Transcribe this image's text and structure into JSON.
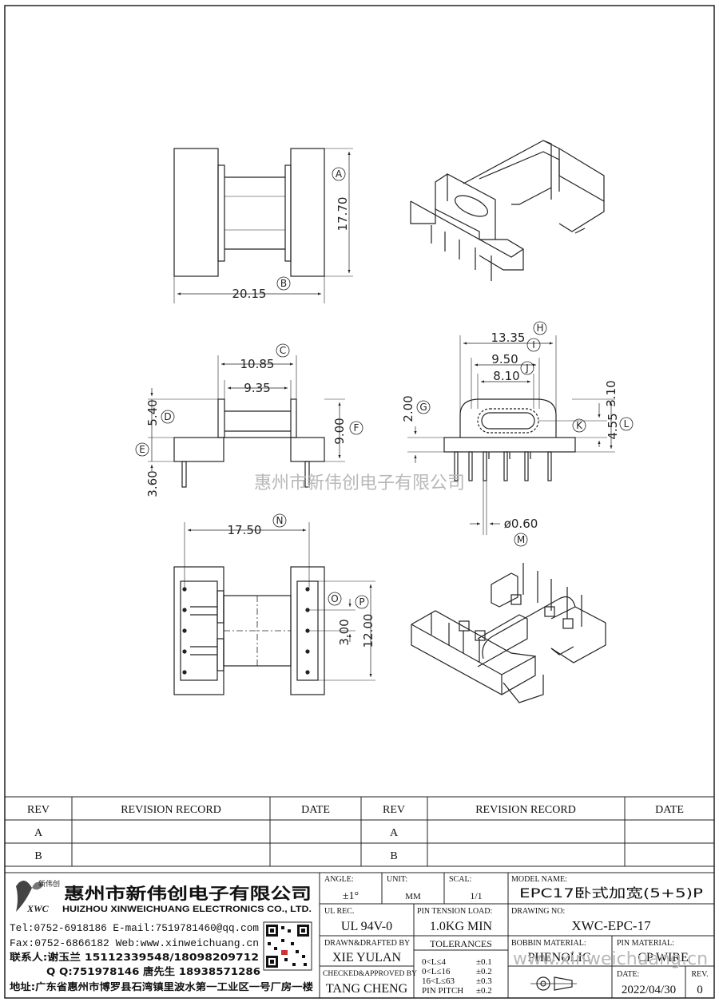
{
  "views": {
    "top": {
      "dim_a": "17.70",
      "dim_b": "20.15",
      "callout_a": "A",
      "callout_b": "B"
    },
    "front": {
      "dim_c": "10.85",
      "dim_9_35": "9.35",
      "dim_d": "5.40",
      "dim_e": "3.60",
      "dim_f": "9.00",
      "callout_c": "C",
      "callout_d": "D",
      "callout_e": "E",
      "callout_f": "F"
    },
    "side": {
      "dim_h": "13.35",
      "dim_i": "9.50",
      "dim_j": "8.10",
      "dim_g": "2.00",
      "dim_k": "3.10",
      "dim_l": "4.55",
      "dim_m": "ø0.60",
      "callout_h": "H",
      "callout_i": "I",
      "callout_j": "J",
      "callout_g": "G",
      "callout_k": "K",
      "callout_l": "L",
      "callout_m": "M"
    },
    "bottom": {
      "dim_n": "17.50",
      "dim_o": "3.00",
      "dim_p": "12.00",
      "callout_n": "N",
      "callout_o": "O",
      "callout_p": "P"
    }
  },
  "watermark_center": "惠州市新伟创电子有限公司",
  "watermark_url": "www.xinweichuang.cn",
  "revision_table": {
    "headers": [
      "REV",
      "REVISION RECORD",
      "DATE",
      "REV",
      "REVISION RECORD",
      "DATE"
    ],
    "rows": [
      [
        "A",
        "",
        "",
        "A",
        "",
        ""
      ],
      [
        "B",
        "",
        "",
        "B",
        "",
        ""
      ]
    ]
  },
  "company": {
    "logo_text": "XWC",
    "logo_sub": "新伟创",
    "name_cn": "惠州市新伟创电子有限公司",
    "name_en": "HUIZHOU XINWEICHUANG ELECTRONICS CO., LTD.",
    "tel": "Tel:0752-6918186 E-mail:7519781460@qq.com",
    "fax": "Fax:0752-6866182 Web:www.xinweichuang.cn",
    "contact": "联系人:谢玉兰 15112339548/18098209712",
    "qq": "Q Q:751978146    唐先生 18938571286",
    "address": "地址:广东省惠州市博罗县石湾镇里波水第一工业区一号厂房一楼"
  },
  "title_block": {
    "angle_label": "ANGLE:",
    "angle_value": "±1°",
    "unit_label": "UNIT:",
    "unit_value": "MM",
    "scale_label": "SCAL:",
    "scale_value": "1/1",
    "model_label": "MODEL NAME:",
    "model_value": "EPC17卧式加宽(5+5)P",
    "ulrec_label": "UL REC.",
    "ulrec_value": "UL 94V-0",
    "pin_tension_label": "PIN TENSION LOAD:",
    "pin_tension_value": "1.0KG MIN",
    "drawing_no_label": "DRAWING NO:",
    "drawing_no_value": "XWC-EPC-17",
    "drawn_label": "DRAWN&DRAFTED BY",
    "drawn_value": "XIE YULAN",
    "tolerances_label": "TOLERANCES",
    "tolerances": [
      {
        "range": "0<L≤4",
        "value": "±0.1"
      },
      {
        "range": "0<L≤16",
        "value": "±0.2"
      },
      {
        "range": "16<L≤63",
        "value": "±0.3"
      },
      {
        "range": "PIN PITCH",
        "value": "±0.2"
      }
    ],
    "checked_label": "CHECKED&APPROVED BY",
    "checked_value": "TANG CHENG",
    "bobbin_label": "BOBBIN MATERIAL:",
    "bobbin_value": "PHENOLIC",
    "pin_mat_label": "PIN MATERIAL:",
    "pin_mat_value": "CP WIRE",
    "date_label": "DATE:",
    "date_value": "2022/04/30",
    "rev_label": "REV.",
    "rev_value": "0"
  }
}
